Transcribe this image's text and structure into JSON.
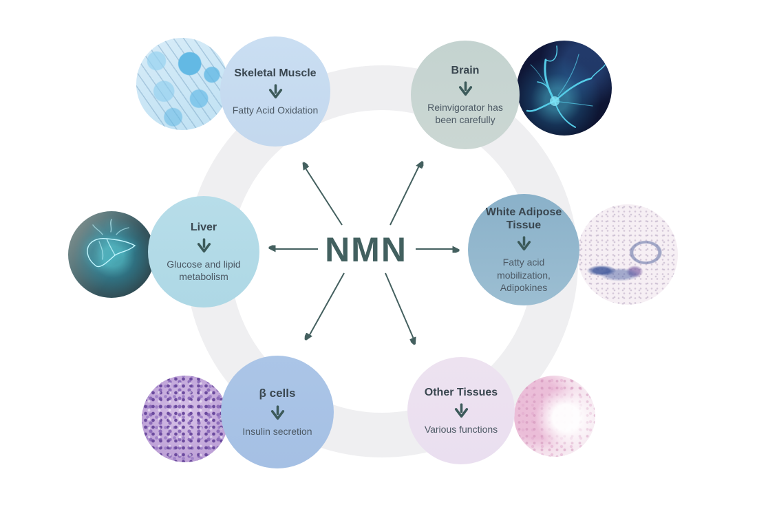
{
  "diagram": {
    "type": "radial-hub-diagram",
    "center": {
      "label": "NMN"
    },
    "nodes": [
      {
        "id": "skeletal-muscle",
        "title": "Skeletal Muscle",
        "description": "Fatty Acid Oxidation",
        "circle_color": "#c7dbf0",
        "image": "muscle-fiber-micrograph"
      },
      {
        "id": "brain",
        "title": "Brain",
        "description": "Reinvigorator has been carefully",
        "circle_color": "#c6d4d1",
        "image": "neuron-micrograph"
      },
      {
        "id": "liver",
        "title": "Liver",
        "description": "Glucose and lipid metabolism",
        "circle_color": "#b3dbe7",
        "image": "glowing-liver-illustration"
      },
      {
        "id": "white-adipose-tissue",
        "title": "White Adipose Tissue",
        "description": "Fatty acid mobilization, Adipokines",
        "circle_color": "#8db4cb",
        "image": "adipose-histology-slide"
      },
      {
        "id": "beta-cells",
        "title": "β cells",
        "description": "Insulin secretion",
        "circle_color": "#a9c3e5",
        "image": "beta-cell-histology-slide"
      },
      {
        "id": "other-tissues",
        "title": "Other Tissues",
        "description": "Various functions",
        "circle_color": "#ece1ef",
        "image": "tissue-histology-slide"
      }
    ],
    "colors": {
      "background": "#ffffff",
      "ring": "#efeff1",
      "center_label": "#42605f",
      "arrow": "#44605f",
      "title_text": "#3a4750",
      "body_text": "#4c5964"
    }
  }
}
